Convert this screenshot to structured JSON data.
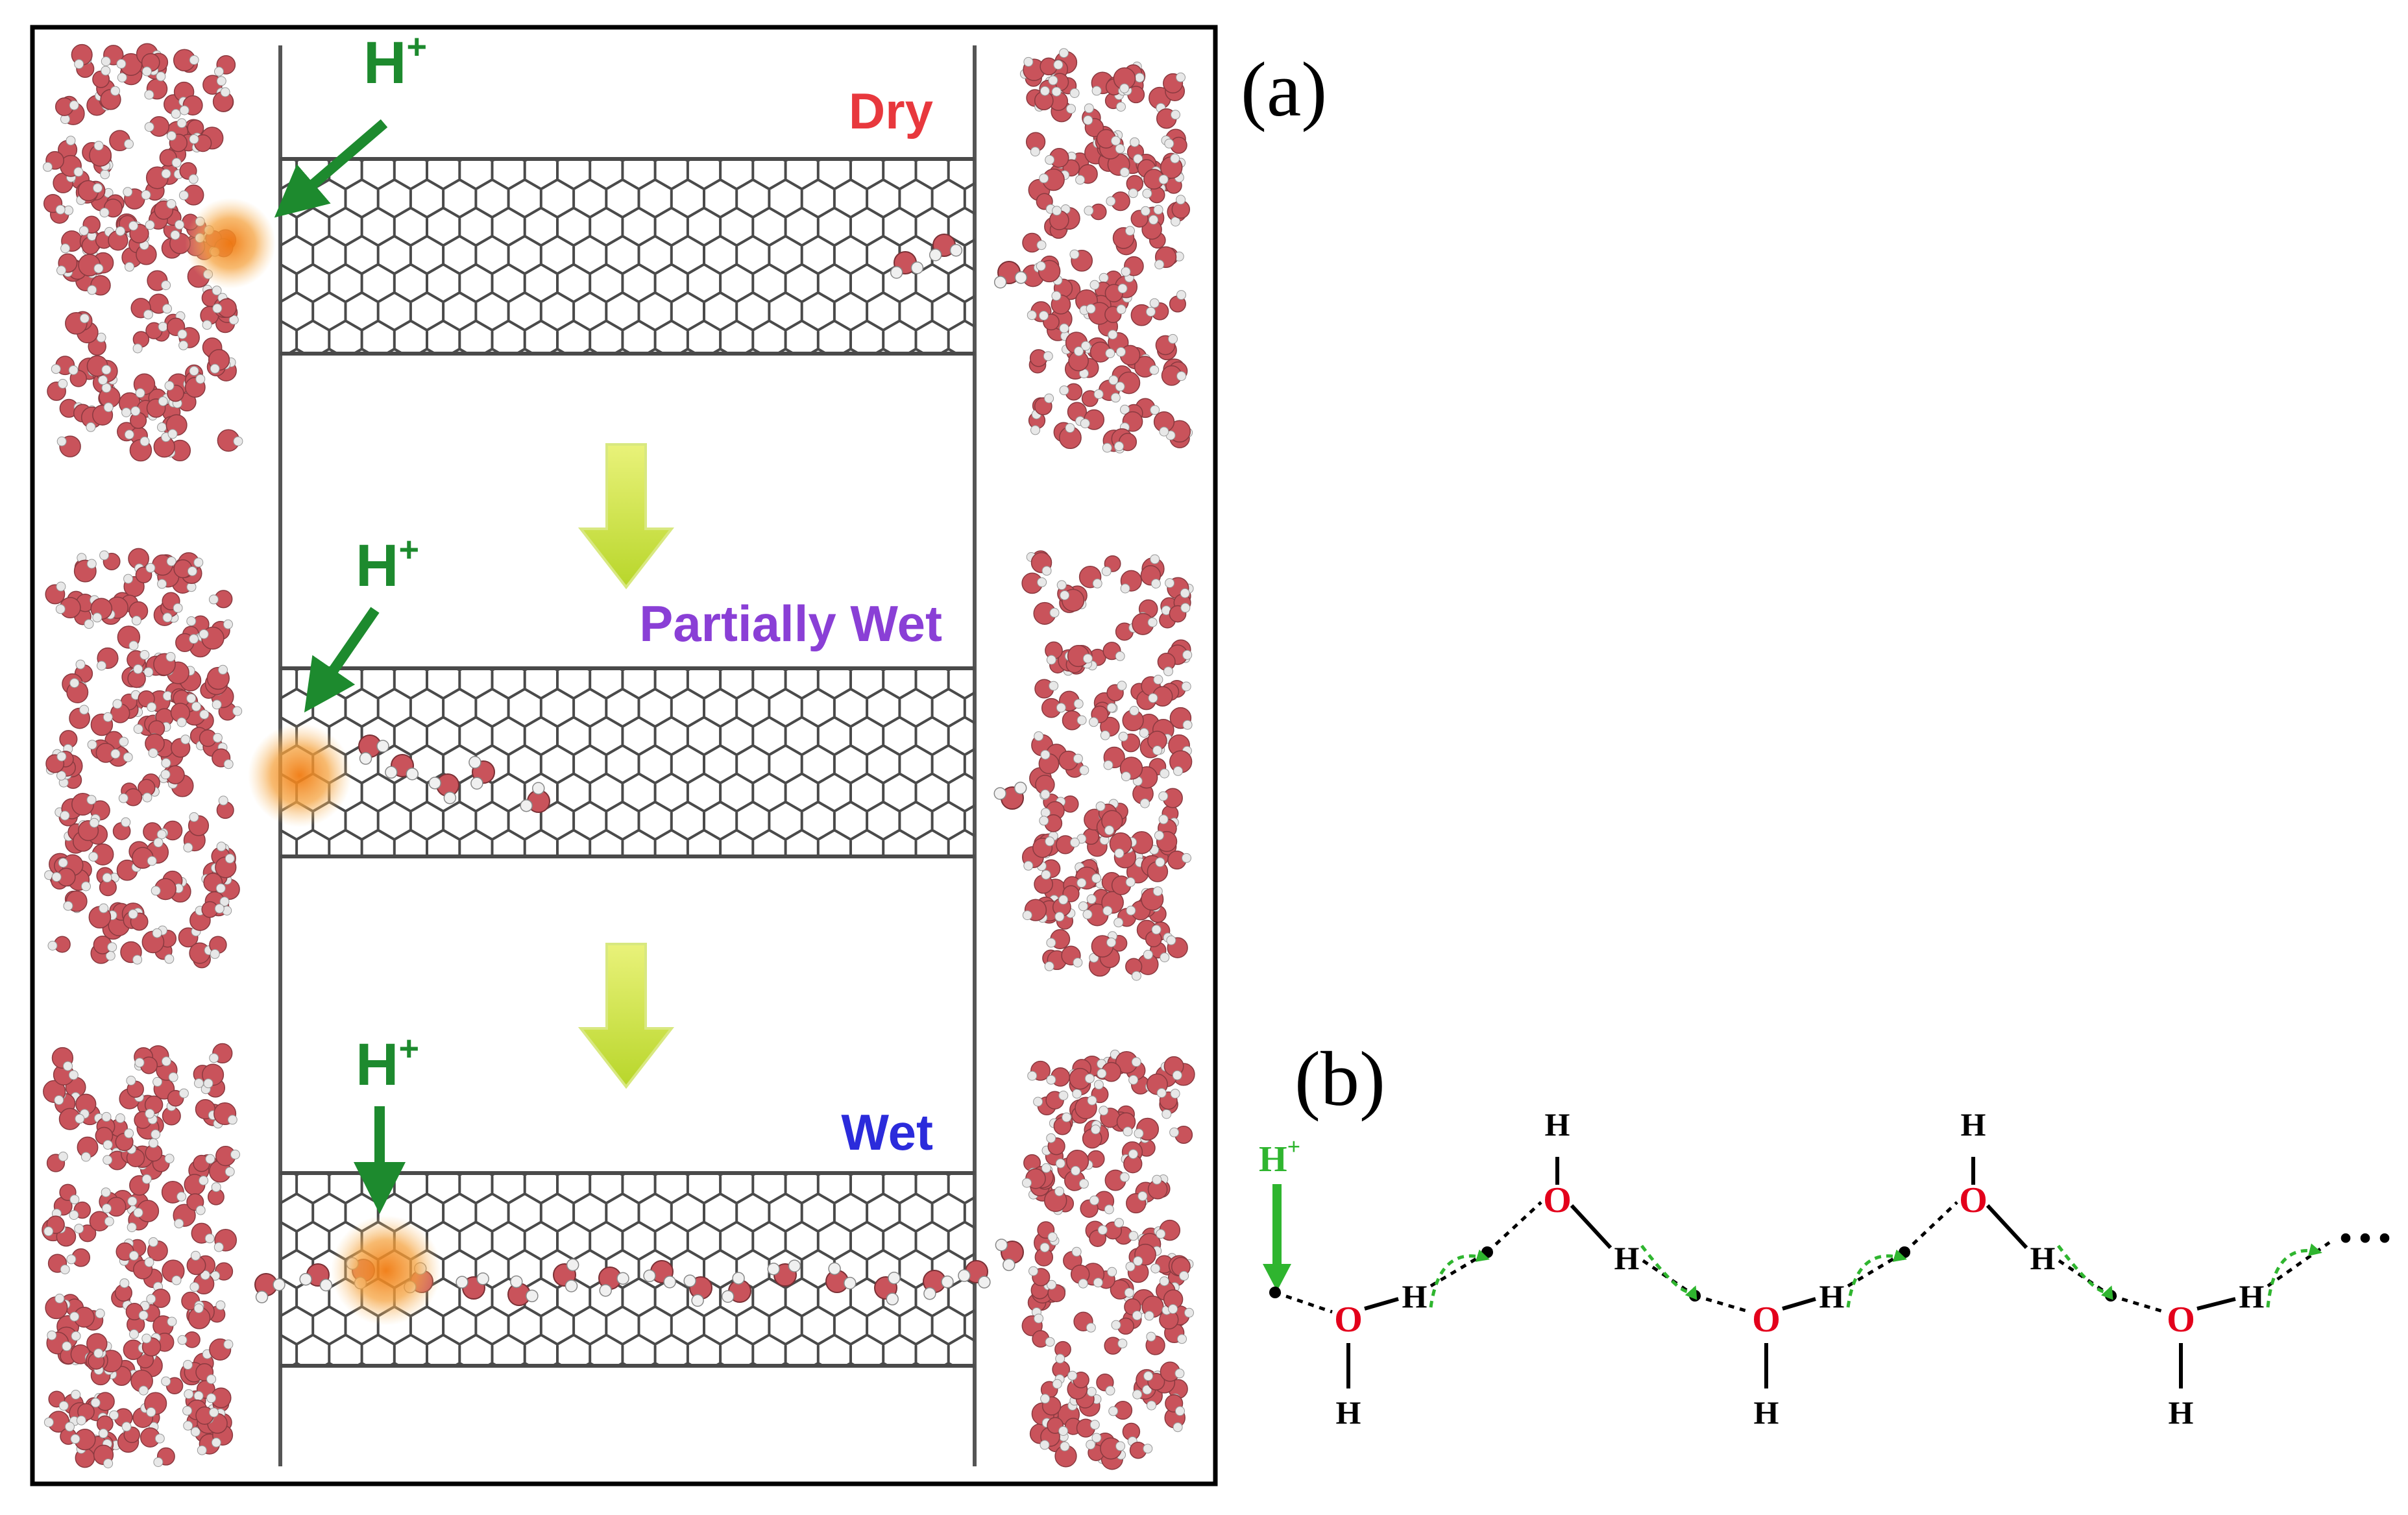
{
  "panel_a": {
    "label": "(a)",
    "states": [
      {
        "name": "Dry",
        "color": "#e8383d",
        "hplus": "H+"
      },
      {
        "name": "Partially Wet",
        "color": "#8a3fd6",
        "hplus": "H+"
      },
      {
        "name": "Wet",
        "color": "#2b2bdb",
        "hplus": "H+"
      }
    ],
    "colors": {
      "oxygen": "#c9535b",
      "hydrogen": "#e8e8e8",
      "tube": "#4a4a4a",
      "glow": "#f5a340",
      "arrow": "#c8e03a",
      "hplus_arrow": "#1d8a2e"
    }
  },
  "panel_b": {
    "label": "(b)",
    "hplus": "H+",
    "oxygen_symbol": "O",
    "hydrogen_symbol": "H",
    "continuation": "···",
    "colors": {
      "oxygen": "#e3001b",
      "hplus": "#2fb52f",
      "hop_arrow": "#2fb52f",
      "bond": "#000000"
    }
  }
}
